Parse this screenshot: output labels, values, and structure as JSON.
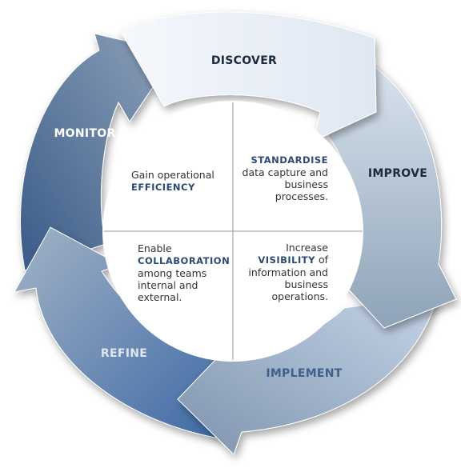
{
  "stages": {
    "discover": "DISCOVER",
    "improve": "IMPROVE",
    "implement": "IMPLEMENT",
    "refine": "REFINE",
    "monitor": "MONITOR"
  },
  "quadrants": {
    "top_left": {
      "pre": "Gain operational",
      "emph": "EFFICIENCY",
      "post": ""
    },
    "top_right": {
      "pre": "",
      "emph": "STANDARDISE",
      "post": "data capture and business processes."
    },
    "bottom_left": {
      "pre": "Enable",
      "emph": "COLLABORATION",
      "post": "among teams internal and external."
    },
    "bottom_right": {
      "pre": "Increase",
      "emph": "VISIBILITY",
      "emph_suffix": " of",
      "post": "information and business operations."
    }
  },
  "colors": {
    "discover_fill": "#eef3fa",
    "improve_fill": "#b7c7d8",
    "implement_fill": "#9fb3cb",
    "refine_fill": "#4f74a6",
    "monitor_fill": "#3d5f8c",
    "label_dark": "#1b2a3c",
    "label_blue": "#3f5f8c",
    "label_white": "#ffffff"
  }
}
